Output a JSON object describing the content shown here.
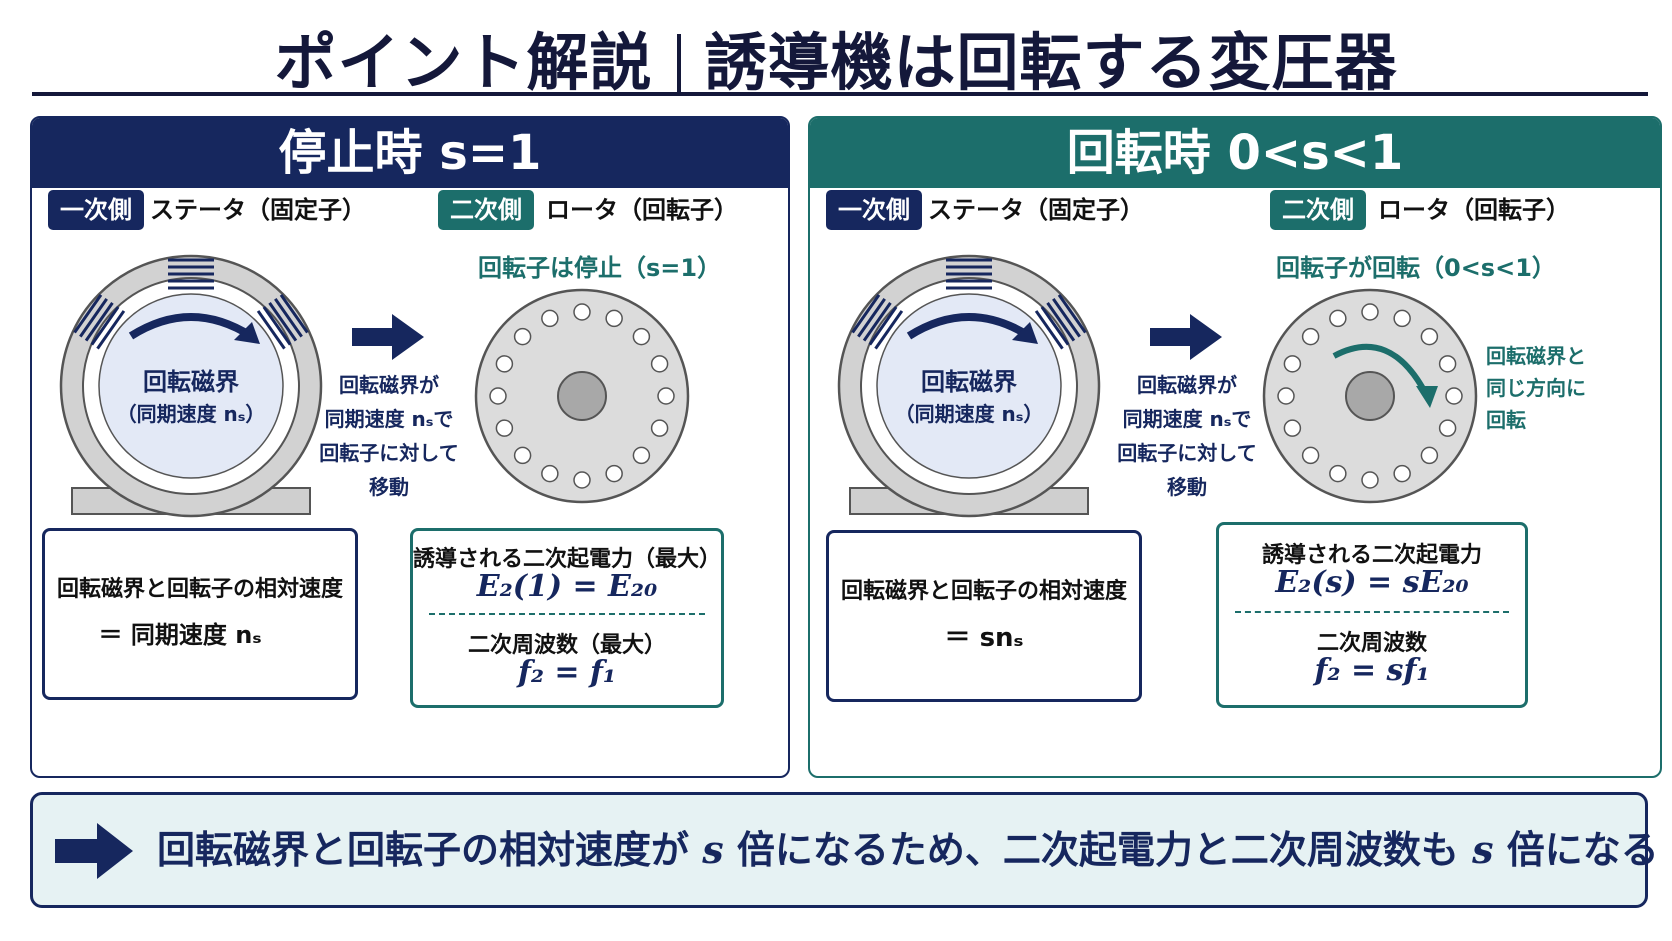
{
  "title": {
    "left": "ポイント解説",
    "right": "誘導機は回転する変圧器"
  },
  "panels": {
    "stopped": {
      "header": "停止時 s=1",
      "primary_tag": "一次側",
      "primary_label": "ステータ（固定子）",
      "secondary_tag": "二次側",
      "secondary_label": "ロータ（回転子）",
      "field_label": "回転磁界",
      "field_sub": "（同期速度 nₛ）",
      "rotor_caption": "回転子は停止（s=1）",
      "arrow_note": [
        "回転磁界が",
        "同期速度 nₛで",
        "回転子に対して",
        "移動"
      ],
      "relative_title": "回転磁界と回転子の相対速度",
      "relative_value": "＝ 同期速度 nₛ",
      "emf_title": "誘導される二次起電力（最大）",
      "emf_formula": "E₂(1) = E₂₀",
      "freq_title": "二次周波数（最大）",
      "freq_formula": "f₂ = f₁"
    },
    "rotating": {
      "header": "回転時 0<s<1",
      "primary_tag": "一次側",
      "primary_label": "ステータ（固定子）",
      "secondary_tag": "二次側",
      "secondary_label": "ロータ（回転子）",
      "field_label": "回転磁界",
      "field_sub": "（同期速度 nₛ）",
      "rotor_caption": "回転子が回転（0<s<1）",
      "arrow_note": [
        "回転磁界が",
        "同期速度 nₛで",
        "回転子に対して",
        "移動"
      ],
      "side_note": [
        "回転磁界と",
        "同じ方向に",
        "回転"
      ],
      "relative_title": "回転磁界と回転子の相対速度",
      "relative_value": "＝ snₛ",
      "emf_title": "誘導される二次起電力",
      "emf_formula": "E₂(s) = sE₂₀",
      "freq_title": "二次周波数",
      "freq_formula": "f₂ = sf₁"
    }
  },
  "summary": {
    "part1": "回転磁界と回転子の相対速度が",
    "s1": "s",
    "part2": "倍になるため、二次起電力と二次周波数も",
    "s2": "s",
    "part3": "倍になる"
  },
  "colors": {
    "navy": "#16275e",
    "teal": "#1c6e6b",
    "summary_bg": "#e6f2f3"
  },
  "icons": {
    "motion_arrow": "right-arrow-icon",
    "summary_arrow": "right-arrow-icon"
  }
}
